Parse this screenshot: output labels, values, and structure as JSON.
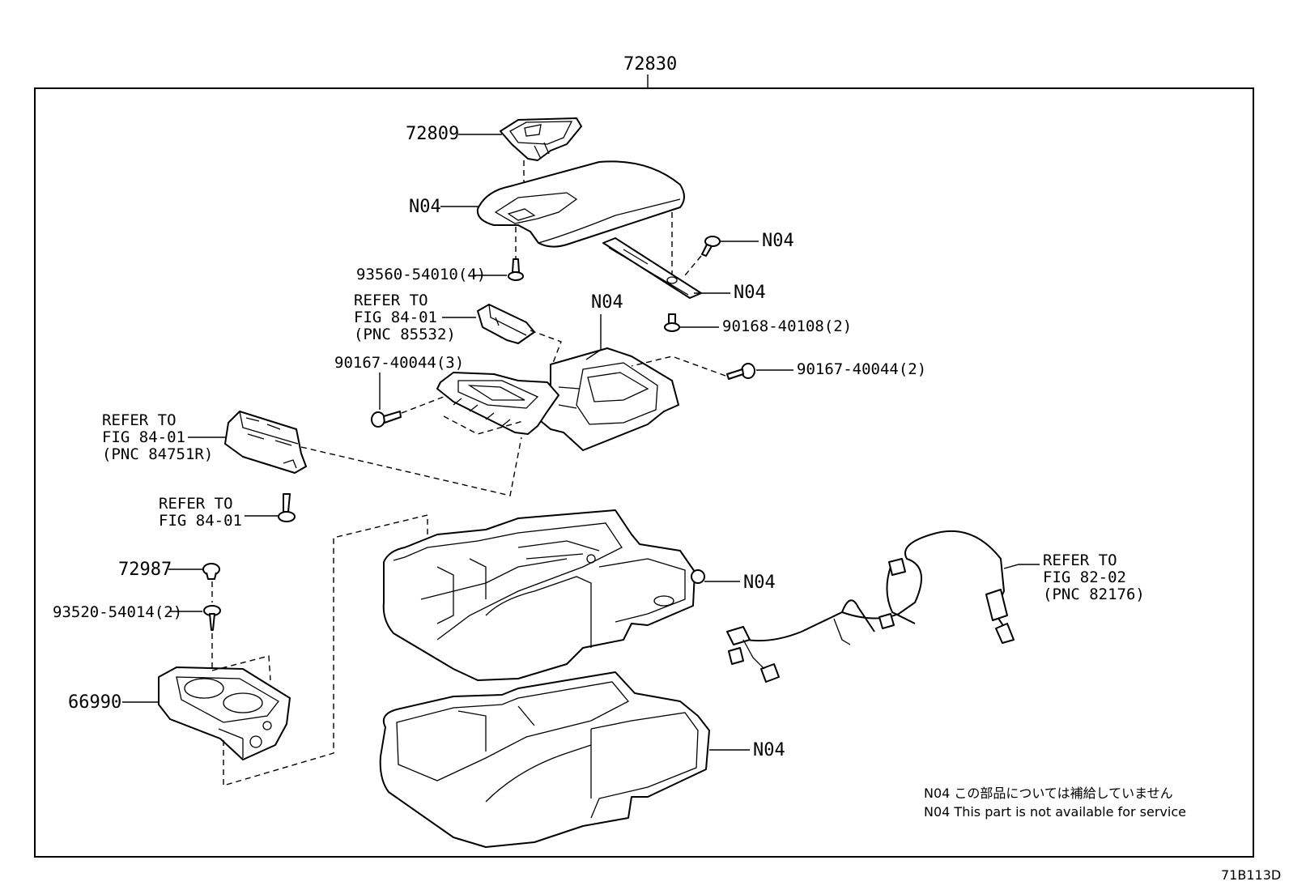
{
  "assembly": {
    "part_no": "72830"
  },
  "labels": {
    "p72809": "72809",
    "n04_lid": "N04",
    "screw_93560": "93560-54010(4)",
    "n04_bolt": "N04",
    "n04_bracket": "N04",
    "bolt_90168": "90168-40108(2)",
    "refer_85532": [
      "REFER TO",
      "FIG 84-01",
      "(PNC 85532)"
    ],
    "n04_box": "N04",
    "screw_90167_3": "90167-40044(3)",
    "screw_90167_2": "90167-40044(2)",
    "refer_84751r": [
      "REFER TO",
      "FIG 84-01",
      "(PNC 84751R)"
    ],
    "refer_84_01": [
      "REFER TO",
      "FIG 84-01"
    ],
    "p72987": "72987",
    "screw_93520": "93520-54014(2)",
    "p66990": "66990",
    "n04_console": "N04",
    "refer_82176": [
      "REFER TO",
      "FIG 82-02",
      "(PNC 82176)"
    ],
    "n04_lower": "N04"
  },
  "notes": {
    "jp": "N04 この部品については補給していません",
    "en": "N04 This part is not available for service"
  },
  "figure_code": "71B113D"
}
